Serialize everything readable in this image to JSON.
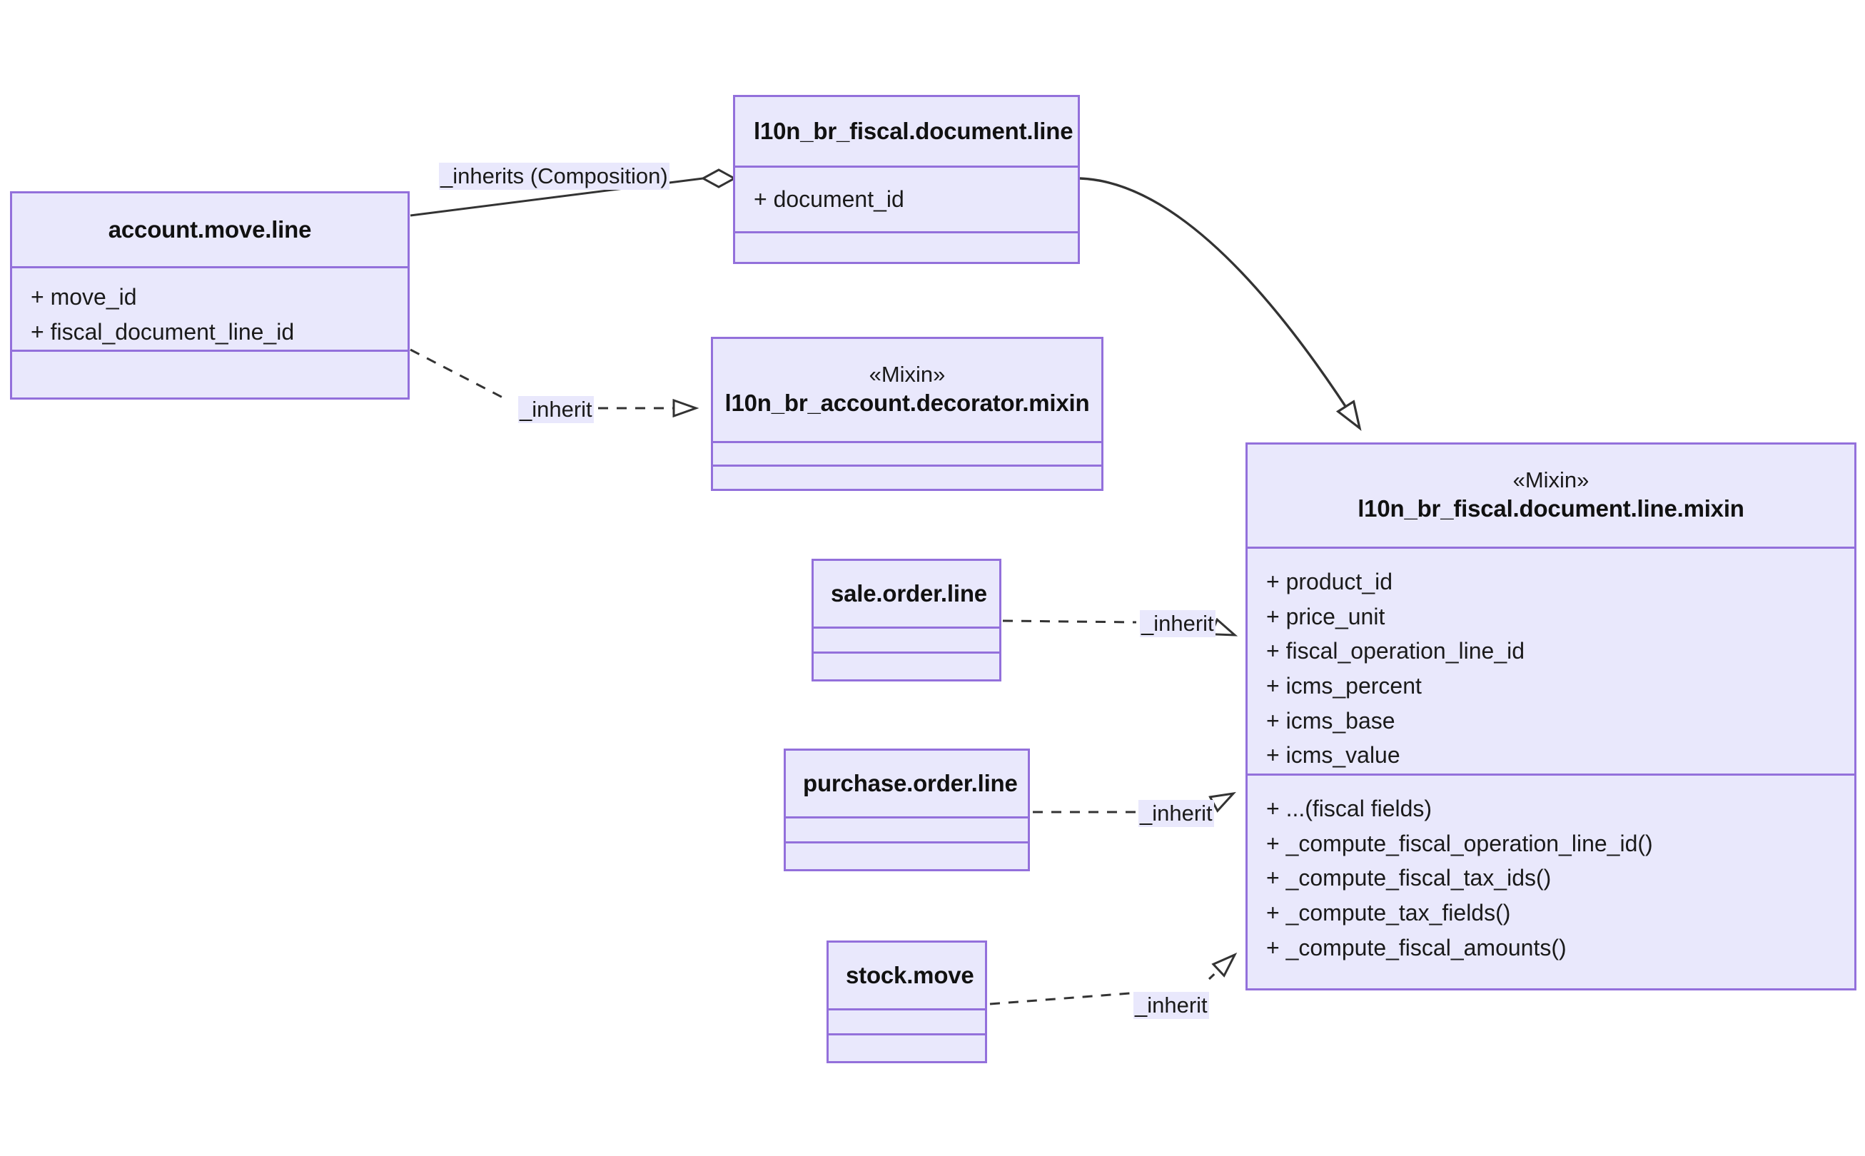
{
  "diagram": {
    "type": "uml-class-diagram",
    "title": "",
    "background": "#ffffff",
    "colors": {
      "class_fill": "#e9e8fc",
      "class_border": "#9370db",
      "edge_stroke": "#333333",
      "label_background": "#e9e8fc",
      "text": "#1a1a1a"
    }
  },
  "classes": [
    {
      "id": "account_move_line",
      "name": "account.move.line",
      "stereotype": "",
      "attributes": [
        "+ move_id",
        "+ fiscal_document_line_id"
      ],
      "operations": []
    },
    {
      "id": "fiscal_document_line",
      "name": "l10n_br_fiscal.document.line",
      "stereotype": "",
      "attributes": [
        "+ document_id"
      ],
      "operations": []
    },
    {
      "id": "account_decorator_mixin",
      "name": "l10n_br_account.decorator.mixin",
      "stereotype": "«Mixin»",
      "attributes": [],
      "operations": []
    },
    {
      "id": "sale_order_line",
      "name": "sale.order.line",
      "stereotype": "",
      "attributes": [],
      "operations": []
    },
    {
      "id": "purchase_order_line",
      "name": "purchase.order.line",
      "stereotype": "",
      "attributes": [],
      "operations": []
    },
    {
      "id": "stock_move",
      "name": "stock.move",
      "stereotype": "",
      "attributes": [],
      "operations": []
    },
    {
      "id": "fiscal_document_line_mixin",
      "name": "l10n_br_fiscal.document.line.mixin",
      "stereotype": "«Mixin»",
      "attributes": [
        "+ product_id",
        "+ price_unit",
        "+ fiscal_operation_line_id",
        "+ icms_percent",
        "+ icms_base",
        "+ icms_value"
      ],
      "operations": [
        "+ ...(fiscal fields)",
        "+ _compute_fiscal_operation_line_id()",
        "+ _compute_fiscal_tax_ids()",
        "+ _compute_tax_fields()",
        "+ _compute_fiscal_amounts()"
      ]
    }
  ],
  "relationships": [
    {
      "id": "rel_composition",
      "from": "account_move_line",
      "to": "fiscal_document_line",
      "label": "_inherits (Composition)",
      "style": "solid",
      "end_marker": "hollow-diamond"
    },
    {
      "id": "rel_amline_decorator",
      "from": "account_move_line",
      "to": "account_decorator_mixin",
      "label": "_inherit",
      "style": "dashed",
      "end_marker": "hollow-triangle"
    },
    {
      "id": "rel_docline_mixin",
      "from": "fiscal_document_line",
      "to": "fiscal_document_line_mixin",
      "label": "",
      "style": "solid-curved",
      "end_marker": "hollow-triangle"
    },
    {
      "id": "rel_sale_mixin",
      "from": "sale_order_line",
      "to": "fiscal_document_line_mixin",
      "label": "_inherit",
      "style": "dashed",
      "end_marker": "hollow-triangle"
    },
    {
      "id": "rel_purchase_mixin",
      "from": "purchase_order_line",
      "to": "fiscal_document_line_mixin",
      "label": "_inherit",
      "style": "dashed",
      "end_marker": "hollow-triangle"
    },
    {
      "id": "rel_stock_mixin",
      "from": "stock_move",
      "to": "fiscal_document_line_mixin",
      "label": "_inherit",
      "style": "dashed",
      "end_marker": "hollow-triangle"
    }
  ]
}
